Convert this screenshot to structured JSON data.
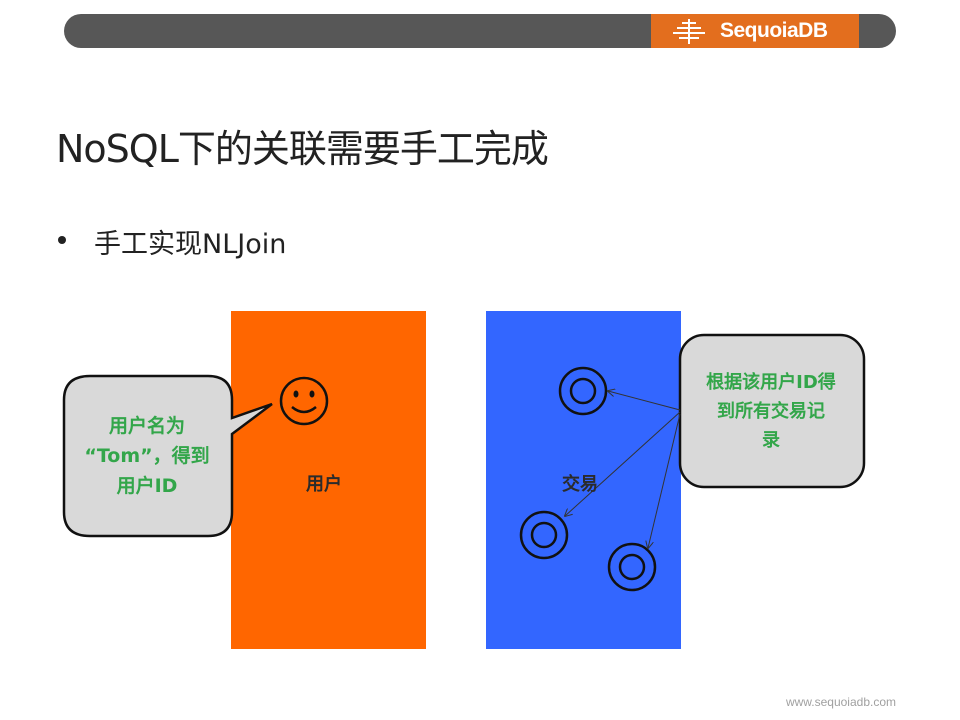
{
  "header": {
    "brand": "SequoiaDB",
    "logo_icon": "tree-icon"
  },
  "slide": {
    "title": "NoSQL下的关联需要手工完成",
    "bullet": "手工实现NLJoin"
  },
  "diagram": {
    "users_panel": {
      "label": "用户",
      "color": "#ff6600",
      "icon": "smiley-face-icon"
    },
    "trades_panel": {
      "label": "交易",
      "color": "#3366ff",
      "record_icon": "ring-record-icon"
    },
    "left_callout": {
      "lines": [
        "用户名为",
        "“Tom”，得到",
        "用户ID"
      ]
    },
    "right_callout": {
      "lines": [
        "根据该用户ID得",
        "到所有交易记",
        "录"
      ]
    }
  },
  "footer": {
    "url": "www.sequoiadb.com"
  }
}
